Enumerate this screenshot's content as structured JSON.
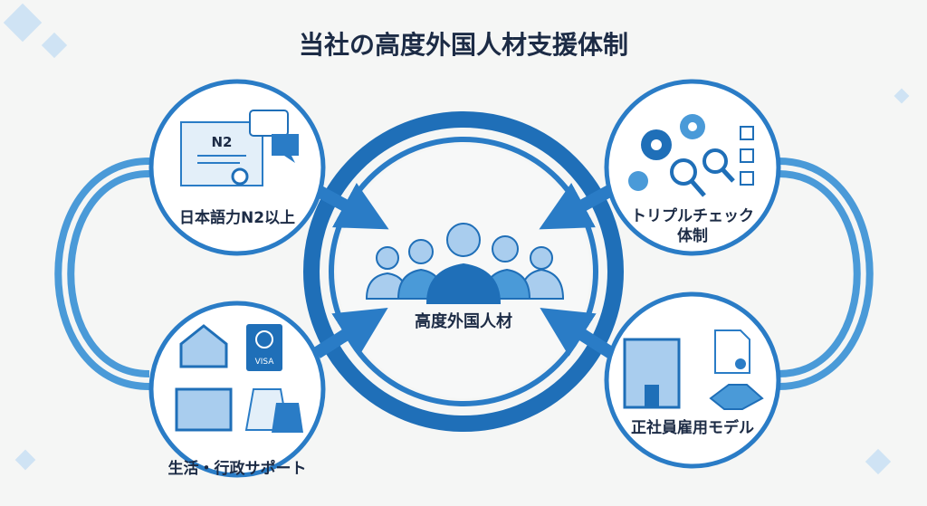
{
  "title": "当社の高度外国人材支援体制",
  "center": {
    "label": "高度外国人材",
    "icon": "people-group-icon"
  },
  "nodes": [
    {
      "label": "日本語力N2以上",
      "badge": "N2",
      "icon": "certificate-icon"
    },
    {
      "label": "生活・行政サポート",
      "badge": "VISA",
      "icon": "house-passport-icon"
    },
    {
      "label_line1": "トリプルチェック",
      "label_line2": "体制",
      "icon": "gears-check-icon"
    },
    {
      "label": "正社員雇用モデル",
      "icon": "building-handshake-icon"
    }
  ],
  "colors": {
    "primary": "#1f6fb8",
    "light": "#4a9ad8",
    "navy": "#1c2b45",
    "fill": "#a9cdee"
  }
}
